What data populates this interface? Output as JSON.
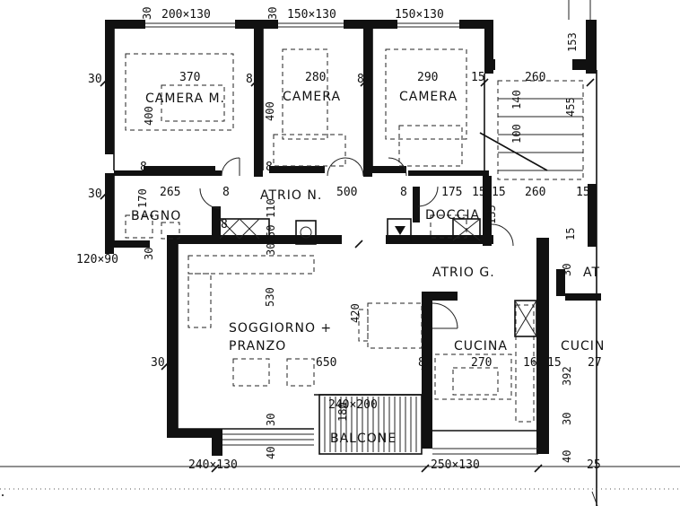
{
  "rooms": {
    "camera_m": "CAMERA M.",
    "camera_2": "CAMERA",
    "camera_3": "CAMERA",
    "atrio_n": "ATRIO N.",
    "bagno": "BAGNO",
    "doccia": "DOCCIA",
    "atrio_g": "ATRIO G.",
    "atrio_neighbor": "AT",
    "soggiorno_1": "SOGGIORNO +",
    "soggiorno_2": "PRANZO",
    "cucina": "CUCINA",
    "cucina_neighbor": "CUCIN",
    "balcone": "BALCONE"
  },
  "windows": {
    "w1": "200×130",
    "w2": "150×130",
    "w3": "150×130",
    "w_bagno": "120×90",
    "w_soggiorno": "240×130",
    "w_cucina": "250×130",
    "w_balcone": "240×200"
  },
  "dims": {
    "cm_width": "370",
    "c2_width": "280",
    "c3_width": "290",
    "stair_width": "260",
    "stair_width_2": "260",
    "stair_153": "153",
    "stair_140": "140",
    "stair_455": "455",
    "stair_100": "100",
    "cm_height": "400",
    "c2_height": "400",
    "atrio_500": "500",
    "bagno_265": "265",
    "bagno_170": "170",
    "doccia_175": "175",
    "doccia_135": "135",
    "kitchen_110": "110",
    "kitchen_50": "50",
    "sogg_530": "530",
    "sogg_420": "420",
    "sogg_650": "650",
    "cucina_270": "270",
    "cucina_392": "392",
    "cucina_27": "27",
    "cucina_16": "16",
    "balcone_180": "180",
    "t30_a": "30",
    "t30_b": "30",
    "t30_c": "30",
    "t30_d": "30",
    "t30_e": "30",
    "t30_f": "30",
    "t30_g": "30",
    "t30_h": "30",
    "t30_i": "30",
    "t30_j": "30",
    "t8_a": "8",
    "t8_b": "8",
    "t8_c": "8",
    "t8_d": "8",
    "t8_e": "8",
    "t8_f": "8",
    "t8_g": "8",
    "t8_h": "8",
    "t8_i": "8",
    "t15_a": "15",
    "t15_b": "15",
    "t15_c": "15",
    "t15_d": "15",
    "t15_e": "15",
    "t15_f": "15",
    "t40_a": "40",
    "t40_b": "40",
    "t25": "25"
  },
  "colors": {
    "ink": "#111111",
    "paper": "#ffffff"
  }
}
